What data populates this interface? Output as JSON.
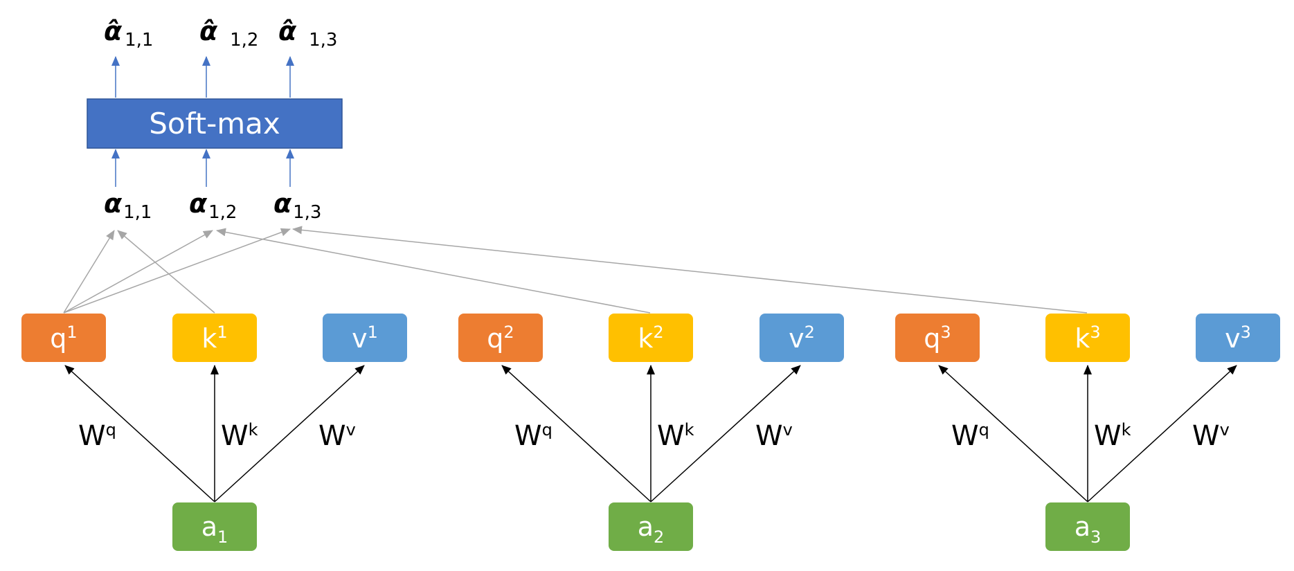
{
  "softmax": {
    "label": "Soft-max"
  },
  "colors": {
    "q": "#ED7D31",
    "k": "#FFC000",
    "v": "#5B9BD5",
    "a": "#70AD47",
    "softmax": "#4472C4",
    "blue_arrow": "#4472C4",
    "gray_arrow": "#A6A6A6",
    "black_arrow": "#000000"
  },
  "alpha_hat": [
    {
      "symbol": "α̂",
      "sub": "1,1"
    },
    {
      "symbol": "α̂",
      "sub": "1,2"
    },
    {
      "symbol": "α̂",
      "sub": "1,3"
    }
  ],
  "alpha": [
    {
      "symbol": "α",
      "sub": "1,1"
    },
    {
      "symbol": "α",
      "sub": "1,2"
    },
    {
      "symbol": "α",
      "sub": "1,3"
    }
  ],
  "groups": [
    {
      "q": {
        "base": "q",
        "sup": "1"
      },
      "k": {
        "base": "k",
        "sup": "1"
      },
      "v": {
        "base": "v",
        "sup": "1"
      },
      "a": {
        "base": "a",
        "sub": "1"
      },
      "weights": [
        {
          "base": "W",
          "sup": "q"
        },
        {
          "base": "W",
          "sup": "k"
        },
        {
          "base": "W",
          "sup": "v"
        }
      ]
    },
    {
      "q": {
        "base": "q",
        "sup": "2"
      },
      "k": {
        "base": "k",
        "sup": "2"
      },
      "v": {
        "base": "v",
        "sup": "2"
      },
      "a": {
        "base": "a",
        "sub": "2"
      },
      "weights": [
        {
          "base": "W",
          "sup": "q"
        },
        {
          "base": "W",
          "sup": "k"
        },
        {
          "base": "W",
          "sup": "v"
        }
      ]
    },
    {
      "q": {
        "base": "q",
        "sup": "3"
      },
      "k": {
        "base": "k",
        "sup": "3"
      },
      "v": {
        "base": "v",
        "sup": "3"
      },
      "a": {
        "base": "a",
        "sub": "3"
      },
      "weights": [
        {
          "base": "W",
          "sup": "q"
        },
        {
          "base": "W",
          "sup": "k"
        },
        {
          "base": "W",
          "sup": "v"
        }
      ]
    }
  ]
}
